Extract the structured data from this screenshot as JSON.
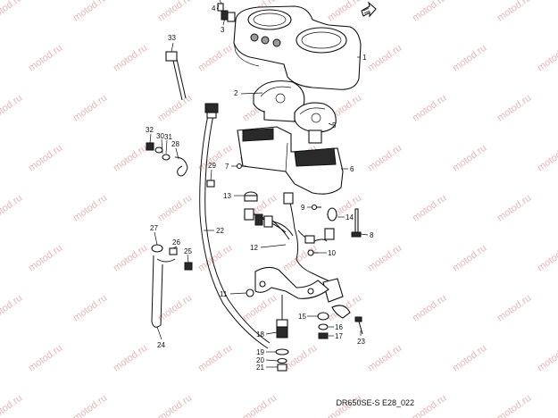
{
  "diagram_code": "DR650SE-S E28_022",
  "watermark_text": "motod.ru",
  "callouts": [
    {
      "id": "1",
      "label": "1"
    },
    {
      "id": "2",
      "label": "2"
    },
    {
      "id": "3",
      "label": "3"
    },
    {
      "id": "4",
      "label": "4"
    },
    {
      "id": "5",
      "label": "5"
    },
    {
      "id": "6",
      "label": "6"
    },
    {
      "id": "7",
      "label": "7"
    },
    {
      "id": "8",
      "label": "8"
    },
    {
      "id": "9",
      "label": "9"
    },
    {
      "id": "10",
      "label": "10"
    },
    {
      "id": "11",
      "label": "11"
    },
    {
      "id": "12",
      "label": "12"
    },
    {
      "id": "13",
      "label": "13"
    },
    {
      "id": "14",
      "label": "14"
    },
    {
      "id": "15",
      "label": "15"
    },
    {
      "id": "16",
      "label": "16"
    },
    {
      "id": "17",
      "label": "17"
    },
    {
      "id": "18",
      "label": "18"
    },
    {
      "id": "19",
      "label": "19"
    },
    {
      "id": "20",
      "label": "20"
    },
    {
      "id": "21",
      "label": "21"
    },
    {
      "id": "22",
      "label": "22"
    },
    {
      "id": "23",
      "label": "23"
    },
    {
      "id": "24",
      "label": "24"
    },
    {
      "id": "25",
      "label": "25"
    },
    {
      "id": "26",
      "label": "26"
    },
    {
      "id": "27",
      "label": "27"
    },
    {
      "id": "28",
      "label": "28"
    },
    {
      "id": "29",
      "label": "29"
    },
    {
      "id": "30",
      "label": "30"
    },
    {
      "id": "31",
      "label": "31"
    },
    {
      "id": "32",
      "label": "32"
    },
    {
      "id": "33",
      "label": "33"
    }
  ]
}
